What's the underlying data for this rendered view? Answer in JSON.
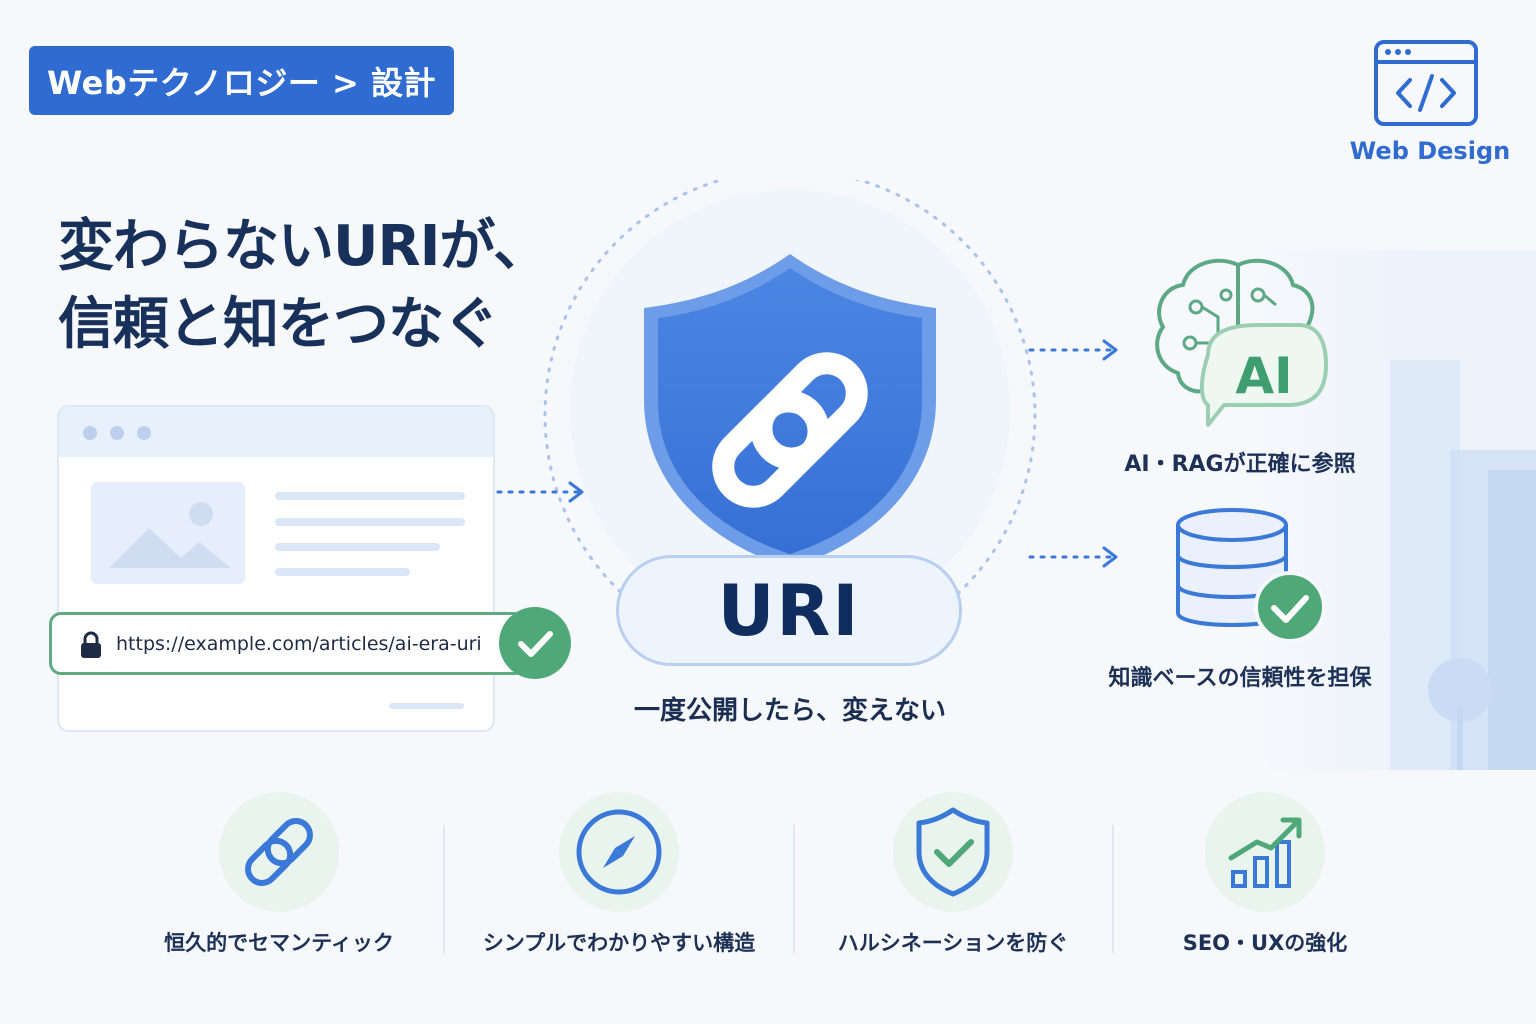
{
  "category": "Webテクノロジー > 設計",
  "brand": {
    "icon": "code-window-icon",
    "label": "Web Design"
  },
  "headline": {
    "line1": "変わらないURIが、",
    "line2": "信頼と知をつなぐ"
  },
  "browser": {
    "url": "https://example.com/articles/ai-era-uri",
    "url_verified": true
  },
  "center": {
    "icon": "shield-chain-icon",
    "uri_label": "URI",
    "caption": "一度公開したら、変えない"
  },
  "right": {
    "ai": {
      "icon": "brain-ai-icon",
      "badge": "AI",
      "label": "AI・RAGが正確に参照"
    },
    "kb": {
      "icon": "database-check-icon",
      "label": "知識ベースの信頼性を担保"
    }
  },
  "features": [
    {
      "icon": "link-icon",
      "label": "恒久的でセマンティック"
    },
    {
      "icon": "compass-icon",
      "label": "シンプルでわかりやすい構造"
    },
    {
      "icon": "shield-check-icon",
      "label": "ハルシネーションを防ぐ"
    },
    {
      "icon": "growth-chart-icon",
      "label": "SEO・UXの強化"
    }
  ],
  "colors": {
    "primary": "#2f6bd0",
    "accent_green": "#4fa878",
    "heading": "#17315b",
    "background": "#f6f8fc"
  }
}
